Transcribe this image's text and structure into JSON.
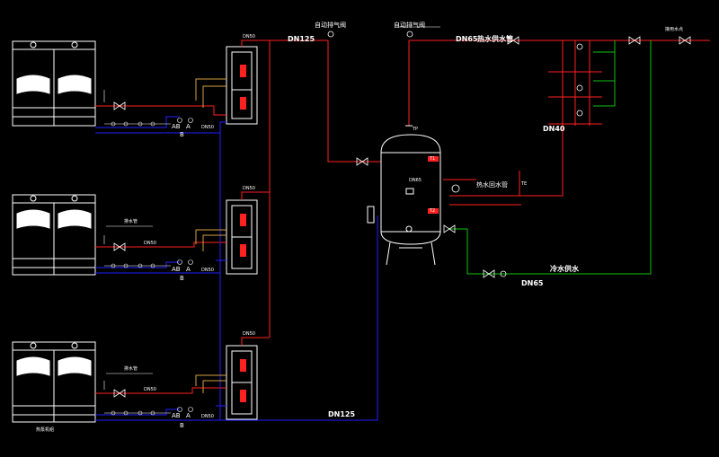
{
  "labels": {
    "main_supply_dn125": "DN125",
    "main_return_dn125": "DN125",
    "hot_supply_dn65": "DN65",
    "hot_supply_pipe": "热水供水管",
    "cold_supply": "冷水供水",
    "cold_dn65": "DN65",
    "dn40": "DN40",
    "air_valve_1": "自动排气阀",
    "air_valve_2": "自动排气阀",
    "top_right_note": "接用水点",
    "tank_tp": "TP",
    "tank_dn": "DN65",
    "circ_pump": "热水回水管",
    "t1": "T1",
    "t2": "T2",
    "te": "TE",
    "unit_note_bottom": "热泵机组",
    "unit_note_2": "排水管",
    "unit_note_3": "排水管",
    "dn50": "DN50",
    "ab": "AB",
    "a": "A",
    "b": "B"
  },
  "colors": {
    "hot": "#ff2020",
    "return": "#2020ff",
    "cold": "#10c010",
    "aux": "#d4a040",
    "line": "#ffffff"
  }
}
